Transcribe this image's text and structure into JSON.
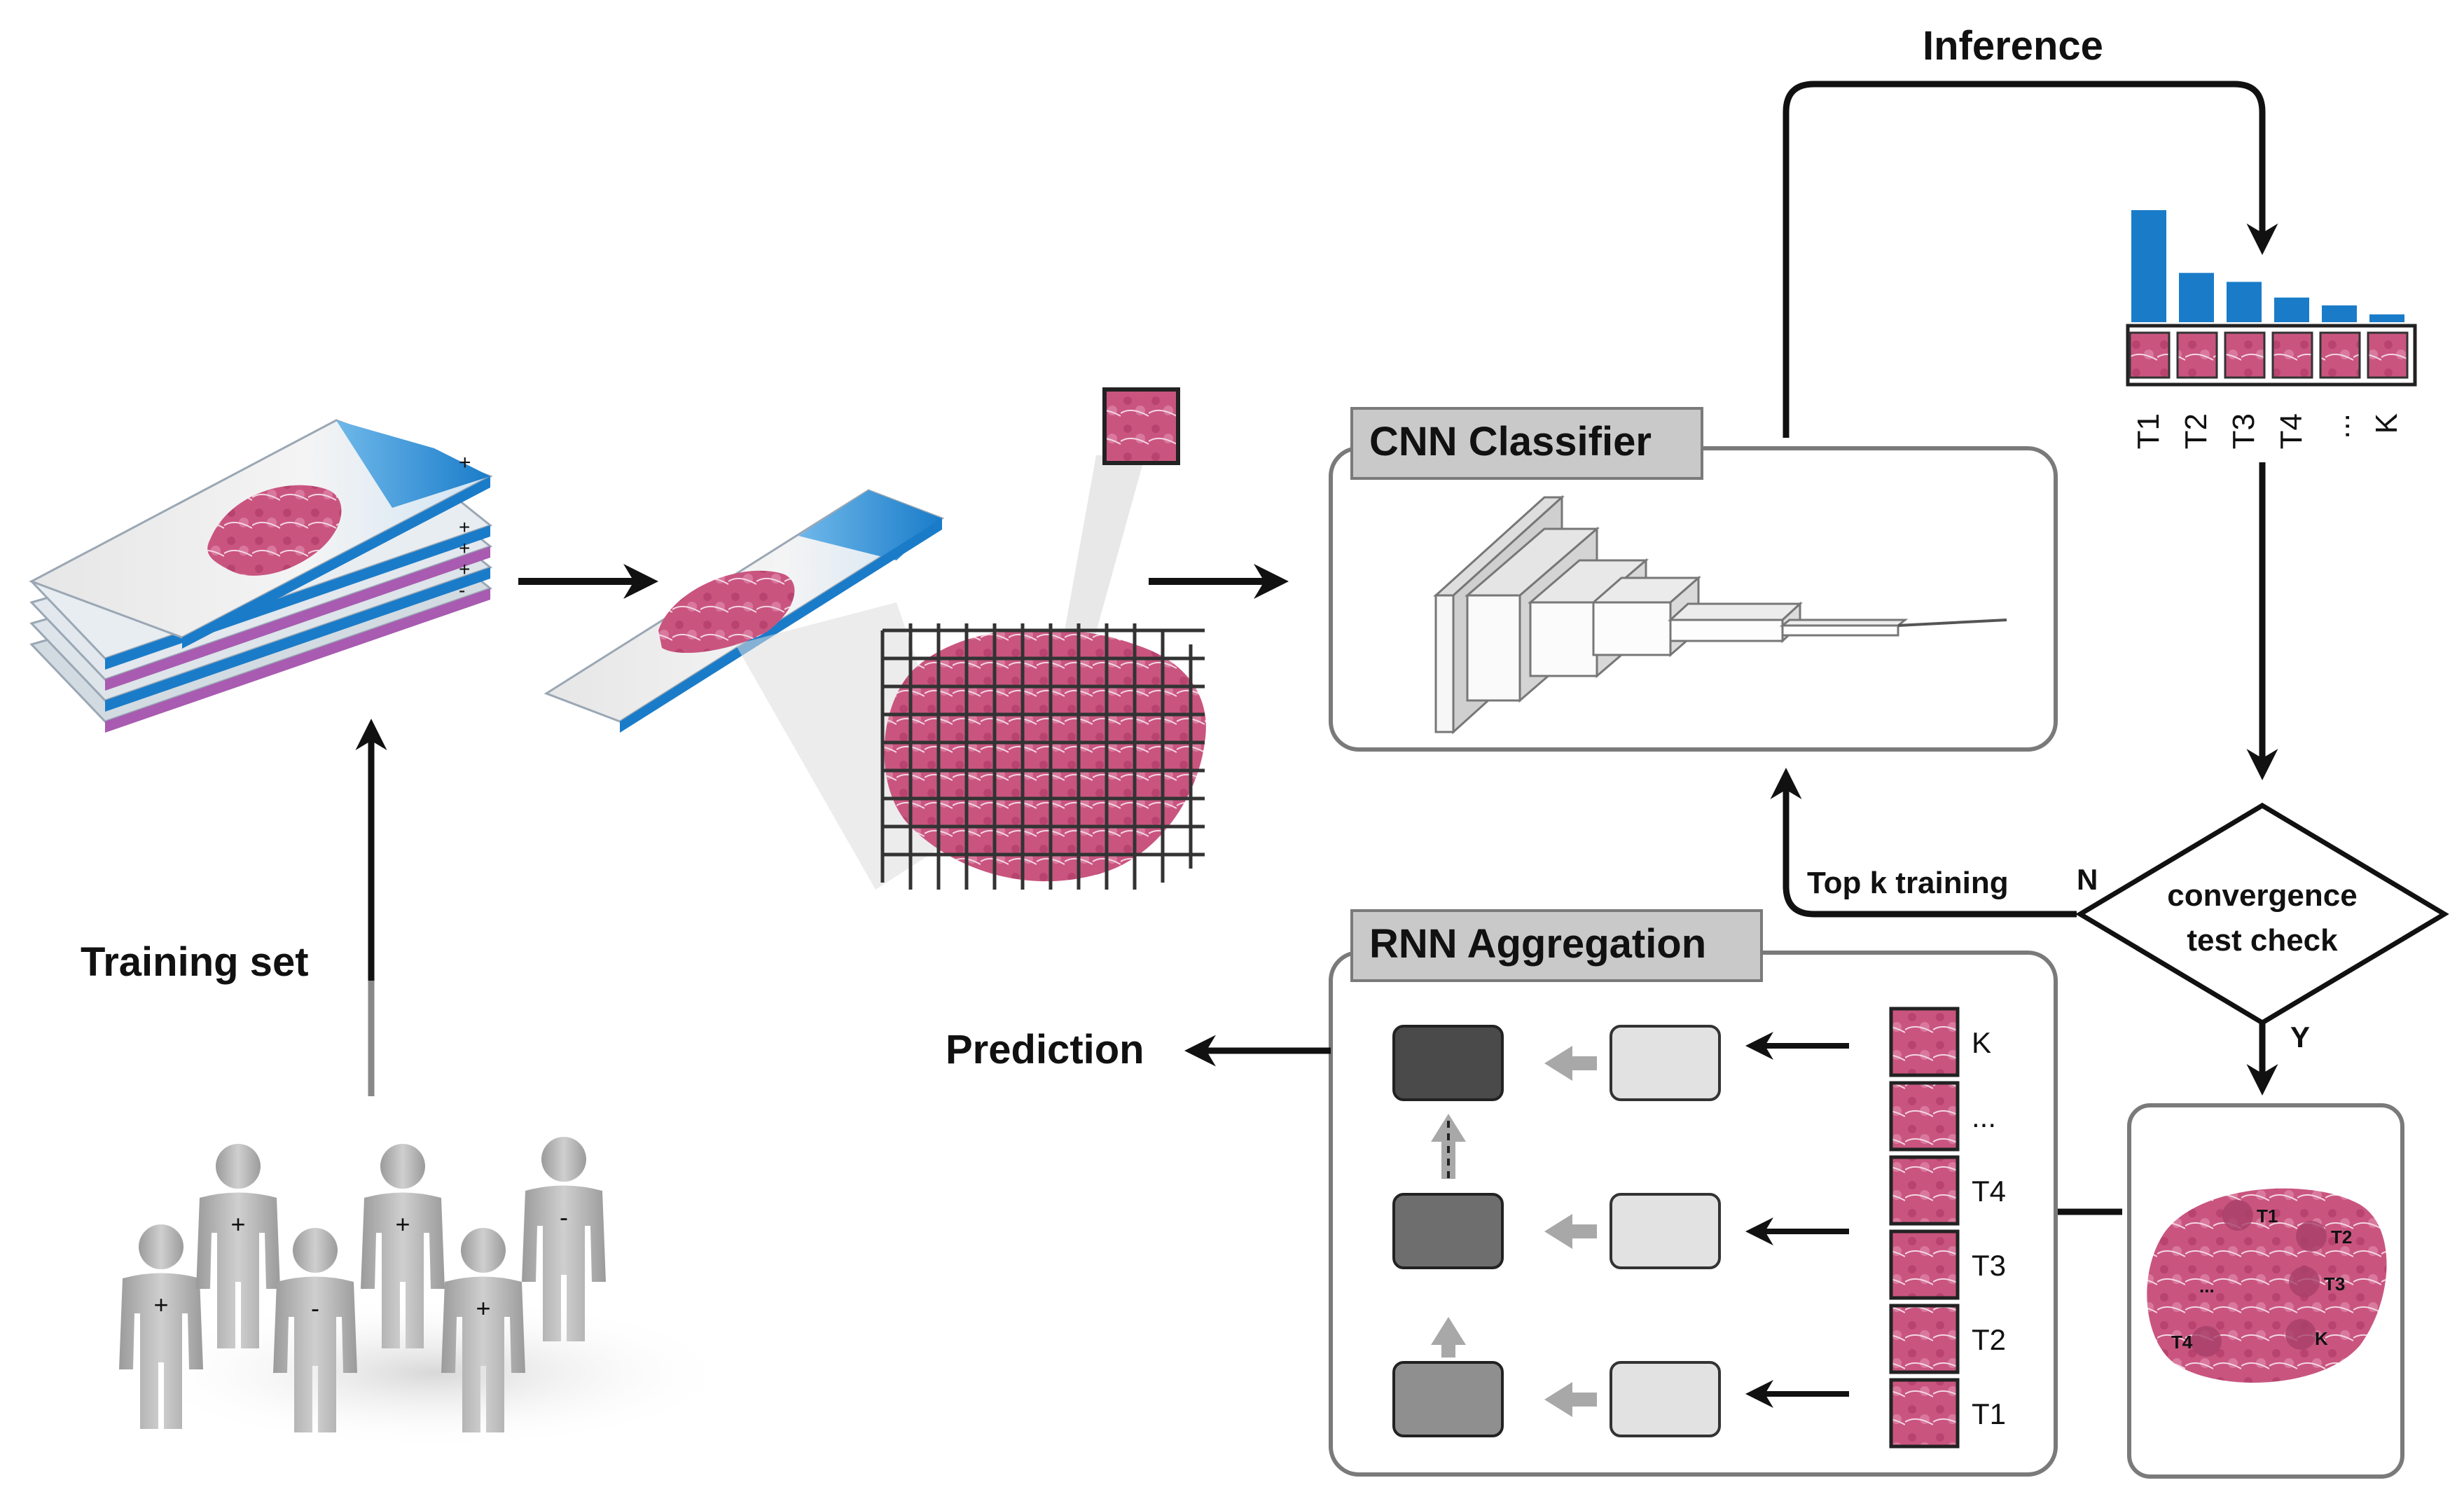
{
  "labels": {
    "inference": "Inference",
    "cnn_classifier": "CNN Classifier",
    "training_set": "Training set",
    "rnn_aggregation": "RNN Aggregation",
    "prediction": "Prediction",
    "top_k_training": "Top k training",
    "decision_line1": "convergence",
    "decision_line2": "test check",
    "branch_no": "N",
    "branch_yes": "Y"
  },
  "ranked_tiles": {
    "labels": [
      "T1",
      "T2",
      "T3",
      "T4",
      "...",
      "K"
    ],
    "bar_values": [
      1.0,
      0.44,
      0.36,
      0.22,
      0.15,
      0.07
    ],
    "bar_color": "#1a7cc9"
  },
  "rnn_input_tiles": [
    "K",
    "...",
    "T4",
    "T3",
    "T2",
    "T1"
  ],
  "wsi_tile_labels": [
    "T1",
    "T2",
    "T3",
    "T4",
    "K",
    "..."
  ],
  "patients": [
    "+",
    "+",
    "-",
    "+",
    "+",
    "-"
  ],
  "slide_signs": [
    "+",
    "+",
    "+",
    "+",
    "-"
  ],
  "colors": {
    "tissue": "#c9557f",
    "slide_blue": "#1e8bd6",
    "box_label_bg": "#c9c9c9",
    "arrow": "#111111",
    "gray_arrow": "#a8a8a8"
  }
}
